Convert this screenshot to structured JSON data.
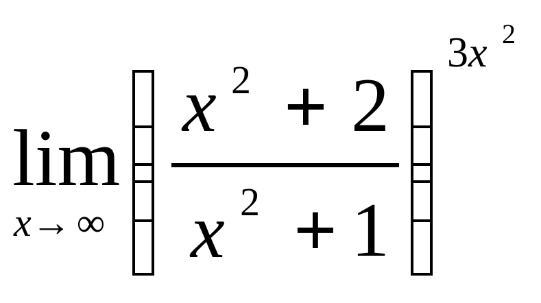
{
  "limit": {
    "operator": "lim",
    "variable": "x",
    "arrow": "→",
    "target": "∞"
  },
  "fraction": {
    "numerator": {
      "base": "x",
      "exponent": "2",
      "operator": "+",
      "constant": "2"
    },
    "denominator": {
      "base": "x",
      "exponent": "2",
      "operator": "+",
      "constant": "1"
    }
  },
  "power": {
    "coefficient": "3",
    "variable": "x",
    "exponent": "2"
  }
}
